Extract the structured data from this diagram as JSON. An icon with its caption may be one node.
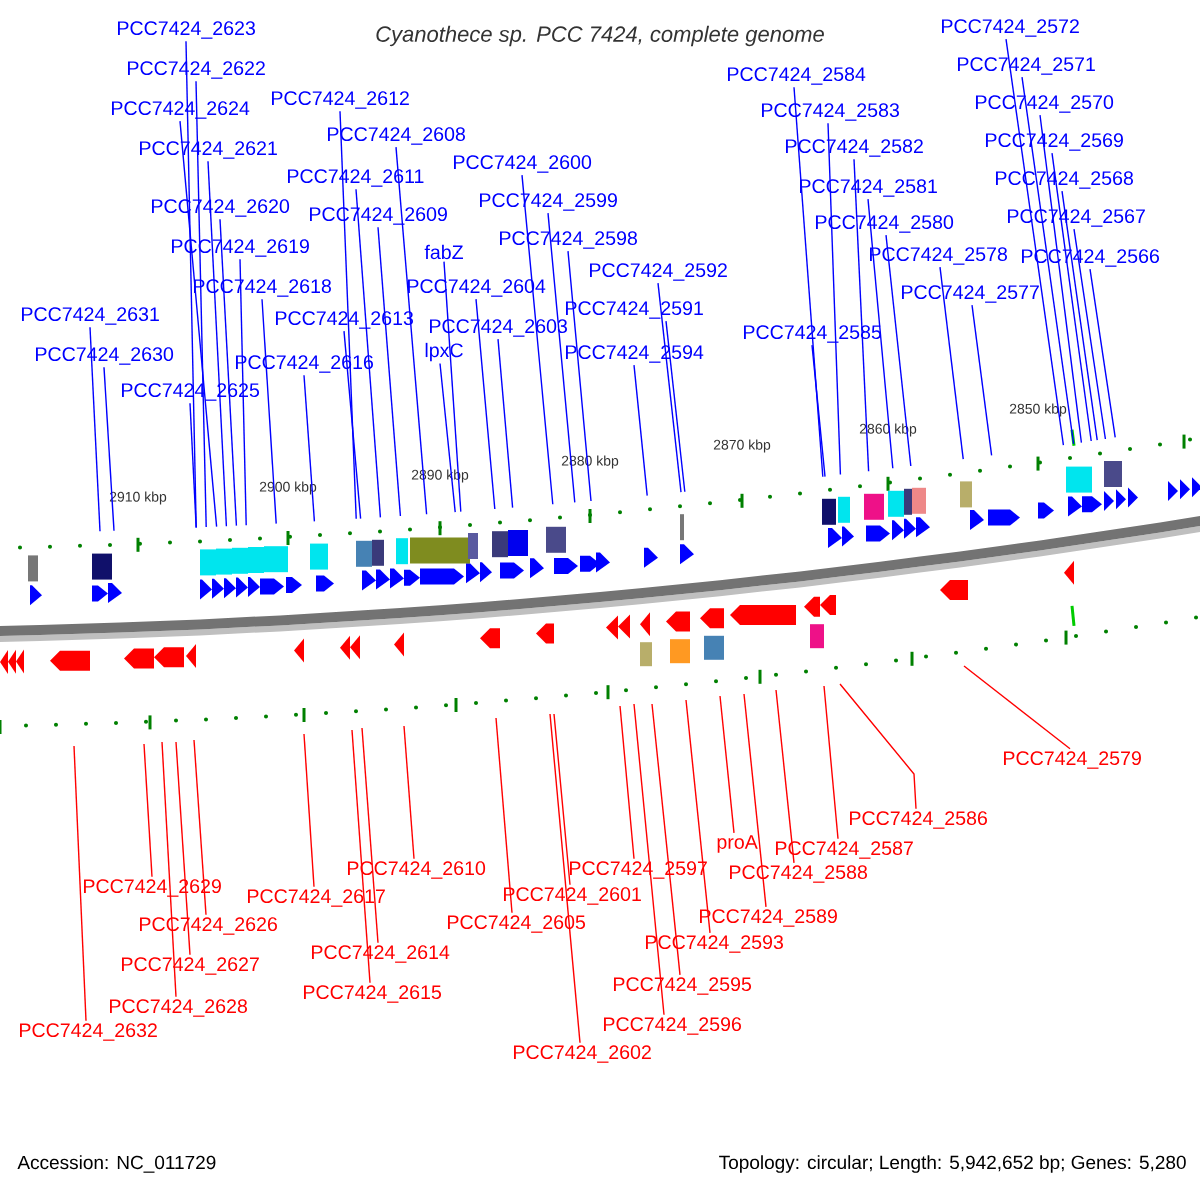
{
  "diagram": {
    "title": "Cyanothece sp. PCC 7424, complete genome",
    "nodes": [
      {
        "text": [
          "PCC7424_2623"
        ]
      },
      {
        "text": [
          "PCC7424_2572"
        ]
      },
      {
        "text": [
          "PCC7424_2622"
        ]
      },
      {
        "text": [
          "PCC7424_2571"
        ]
      },
      {
        "text": [
          "PCC7424_2584"
        ]
      },
      {
        "text": [
          "PCC7424_2612"
        ]
      },
      {
        "text": [
          "PCC7424_2624"
        ]
      },
      {
        "text": [
          "PCC7424_2570"
        ]
      },
      {
        "text": [
          "PCC7424_2583"
        ]
      },
      {
        "text": [
          "PCC7424_2608"
        ]
      },
      {
        "text": [
          "PCC7424_2621"
        ]
      },
      {
        "text": [
          "PCC7424_2569"
        ]
      },
      {
        "text": [
          "PCC7424_2582"
        ]
      },
      {
        "text": [
          "PCC7424_2600"
        ]
      },
      {
        "text": [
          "PCC7424_2611"
        ]
      },
      {
        "text": [
          "PCC7424_2568"
        ]
      },
      {
        "text": [
          "PCC7424_2581"
        ]
      },
      {
        "text": [
          "PCC7424_2599"
        ]
      },
      {
        "text": [
          "PCC7424_2620"
        ]
      },
      {
        "text": [
          "PCC7424_2609"
        ]
      },
      {
        "text": [
          "PCC7424_2567"
        ]
      },
      {
        "text": [
          "PCC7424_2580"
        ]
      },
      {
        "text": [
          "PCC7424_2598"
        ]
      },
      {
        "text": [
          "PCC7424_2619"
        ]
      },
      {
        "text": [
          "fabZ"
        ]
      },
      {
        "text": [
          "PCC7424_2578"
        ]
      },
      {
        "text": [
          "PCC7424_2566"
        ]
      },
      {
        "text": [
          "PCC7424_2592"
        ]
      },
      {
        "text": [
          "PCC7424_2618"
        ]
      },
      {
        "text": [
          "PCC7424_2604"
        ]
      },
      {
        "text": [
          "PCC7424_2577"
        ]
      },
      {
        "text": [
          "PCC7424_2591"
        ]
      },
      {
        "text": [
          "PCC7424_2631"
        ]
      },
      {
        "text": [
          "PCC7424_2613"
        ]
      },
      {
        "text": [
          "PCC7424_2603"
        ]
      },
      {
        "text": [
          "PCC7424_2585"
        ]
      },
      {
        "text": [
          "lpxC"
        ]
      },
      {
        "text": [
          "PCC7424_2594"
        ]
      },
      {
        "text": [
          "PCC7424_2630"
        ]
      },
      {
        "text": [
          "PCC7424_2616"
        ]
      },
      {
        "text": [
          "PCC7424_2625"
        ]
      },
      {
        "text": [
          "PCC7424_2579"
        ]
      },
      {
        "text": [
          "PCC7424_2586"
        ]
      },
      {
        "text": [
          "proA"
        ]
      },
      {
        "text": [
          "PCC7424_2587"
        ]
      },
      {
        "text": [
          "PCC7424_2610"
        ]
      },
      {
        "text": [
          "PCC7424_2597"
        ]
      },
      {
        "text": [
          "PCC7424_2588"
        ]
      },
      {
        "text": [
          "PCC7424_2629"
        ]
      },
      {
        "text": [
          "PCC7424_2601"
        ]
      },
      {
        "text": [
          "PCC7424_2617"
        ]
      },
      {
        "text": [
          "PCC7424_2589"
        ]
      },
      {
        "text": [
          "PCC7424_2605"
        ]
      },
      {
        "text": [
          "PCC7424_2626"
        ]
      },
      {
        "text": [
          "PCC7424_2593"
        ]
      },
      {
        "text": [
          "PCC7424_2614"
        ]
      },
      {
        "text": [
          "PCC7424_2627"
        ]
      },
      {
        "text": [
          "PCC7424_2595"
        ]
      },
      {
        "text": [
          "PCC7424_2615"
        ]
      },
      {
        "text": [
          "PCC7424_2628"
        ]
      },
      {
        "text": [
          "PCC7424_2596"
        ]
      },
      {
        "text": [
          "PCC7424_2632"
        ]
      },
      {
        "text": [
          "PCC7424_2602"
        ]
      }
    ],
    "edges": [
      {
        "from": 0,
        "to": null,
        "arrow": "none"
      },
      {
        "from": 1,
        "to": null,
        "arrow": "none"
      },
      {
        "from": 2,
        "to": null,
        "arrow": "none"
      },
      {
        "from": 3,
        "to": null,
        "arrow": "none"
      },
      {
        "from": 4,
        "to": null,
        "arrow": "none"
      },
      {
        "from": 5,
        "to": null,
        "arrow": "none"
      },
      {
        "from": 6,
        "to": null,
        "arrow": "none"
      },
      {
        "from": 7,
        "to": null,
        "arrow": "none"
      },
      {
        "from": 8,
        "to": null,
        "arrow": "none"
      },
      {
        "from": 9,
        "to": null,
        "arrow": "none"
      },
      {
        "from": 10,
        "to": null,
        "arrow": "none"
      },
      {
        "from": 11,
        "to": null,
        "arrow": "none"
      },
      {
        "from": 12,
        "to": null,
        "arrow": "none"
      },
      {
        "from": 13,
        "to": null,
        "arrow": "none"
      },
      {
        "from": 14,
        "to": null,
        "arrow": "none"
      },
      {
        "from": 15,
        "to": null,
        "arrow": "none"
      },
      {
        "from": 16,
        "to": null,
        "arrow": "none"
      },
      {
        "from": 17,
        "to": null,
        "arrow": "none"
      },
      {
        "from": 18,
        "to": null,
        "arrow": "none"
      },
      {
        "from": 19,
        "to": null,
        "arrow": "none"
      },
      {
        "from": 20,
        "to": null,
        "arrow": "none"
      },
      {
        "from": 21,
        "to": null,
        "arrow": "none"
      },
      {
        "from": 22,
        "to": null,
        "arrow": "none"
      },
      {
        "from": 23,
        "to": null,
        "arrow": "none"
      },
      {
        "from": 24,
        "to": null,
        "arrow": "none"
      },
      {
        "from": 25,
        "to": null,
        "arrow": "none"
      },
      {
        "from": 26,
        "to": null,
        "arrow": "none"
      },
      {
        "from": 27,
        "to": null,
        "arrow": "none"
      },
      {
        "from": 28,
        "to": null,
        "arrow": "none"
      },
      {
        "from": 29,
        "to": null,
        "arrow": "none"
      },
      {
        "from": 30,
        "to": null,
        "arrow": "none"
      },
      {
        "from": 31,
        "to": null,
        "arrow": "none"
      },
      {
        "from": 32,
        "to": null,
        "arrow": "none"
      },
      {
        "from": 33,
        "to": null,
        "arrow": "none"
      },
      {
        "from": 34,
        "to": null,
        "arrow": "none"
      },
      {
        "from": 35,
        "to": null,
        "arrow": "none"
      },
      {
        "from": 36,
        "to": null,
        "arrow": "none"
      },
      {
        "from": 37,
        "to": null,
        "arrow": "none"
      },
      {
        "from": 38,
        "to": null,
        "arrow": "none"
      },
      {
        "from": 39,
        "to": null,
        "arrow": "none"
      },
      {
        "from": 40,
        "to": null,
        "arrow": "none"
      },
      {
        "from": 41,
        "to": null,
        "arrow": "none",
        "color": "#ff0000"
      },
      {
        "from": 42,
        "to": null,
        "arrow": "none",
        "color": "#ff0000"
      },
      {
        "from": 43,
        "to": null,
        "arrow": "none",
        "color": "#ff0000"
      },
      {
        "from": 44,
        "to": null,
        "arrow": "none",
        "color": "#ff0000"
      },
      {
        "from": 45,
        "to": null,
        "arrow": "none",
        "color": "#ff0000"
      },
      {
        "from": 46,
        "to": null,
        "arrow": "none",
        "color": "#ff0000"
      },
      {
        "from": 47,
        "to": null,
        "arrow": "none",
        "color": "#ff0000"
      },
      {
        "from": 48,
        "to": null,
        "arrow": "none",
        "color": "#ff0000"
      },
      {
        "from": 49,
        "to": null,
        "arrow": "none",
        "color": "#ff0000"
      },
      {
        "from": 50,
        "to": null,
        "arrow": "none",
        "color": "#ff0000"
      },
      {
        "from": 51,
        "to": null,
        "arrow": "none",
        "color": "#ff0000"
      },
      {
        "from": 52,
        "to": null,
        "arrow": "none",
        "color": "#ff0000"
      },
      {
        "from": 53,
        "to": null,
        "arrow": "none",
        "color": "#ff0000"
      },
      {
        "from": 54,
        "to": null,
        "arrow": "none",
        "color": "#ff0000"
      },
      {
        "from": 55,
        "to": null,
        "arrow": "none",
        "color": "#ff0000"
      },
      {
        "from": 56,
        "to": null,
        "arrow": "none",
        "color": "#ff0000"
      },
      {
        "from": 57,
        "to": null,
        "arrow": "none",
        "color": "#ff0000"
      },
      {
        "from": 58,
        "to": null,
        "arrow": "none",
        "color": "#ff0000"
      },
      {
        "from": 59,
        "to": null,
        "arrow": "none",
        "color": "#ff0000"
      },
      {
        "from": 60,
        "to": null,
        "arrow": "none",
        "color": "#ff0000"
      },
      {
        "from": 61,
        "to": null,
        "arrow": "none",
        "color": "#ff0000"
      },
      {
        "from": 62,
        "to": null,
        "arrow": "none",
        "color": "#ff0000"
      }
    ],
    "labels": [
      "2910 kbp",
      "2900 kbp",
      "2890 kbp",
      "2880 kbp",
      "2870 kbp",
      "2860 kbp",
      "2850 kbp",
      "Accession: NC_011729",
      "Topology: circular; Length: 5,942,652 bp; Genes: 5,280"
    ]
  }
}
